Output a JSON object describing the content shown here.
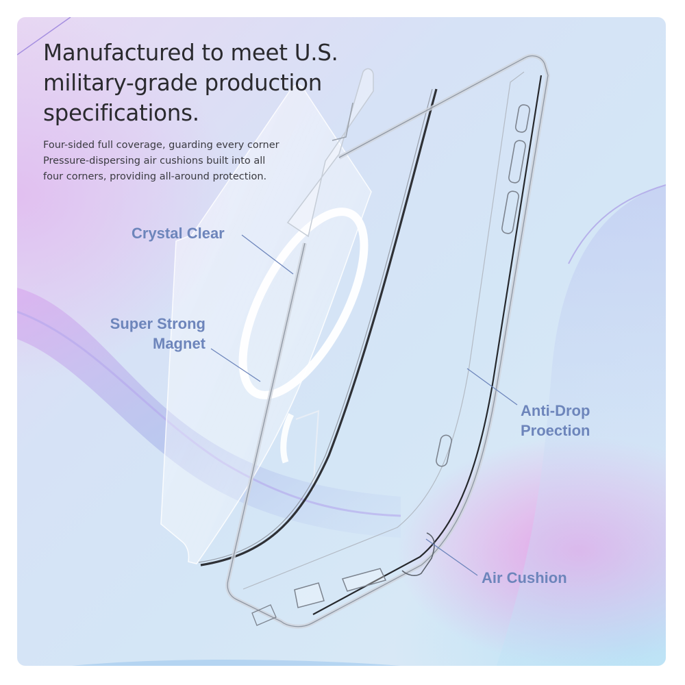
{
  "headline": {
    "lines": [
      "Manufactured to meet U.S.",
      "military-grade production",
      "specifications."
    ]
  },
  "description": {
    "lines": [
      "Four-sided full coverage, guarding every corner",
      "Pressure-dispersing air cushions built into all",
      "four corners, providing all-around protection."
    ]
  },
  "callouts": {
    "crystal_clear": {
      "lines": [
        "Crystal Clear"
      ]
    },
    "super_strong_magnet": {
      "lines": [
        "Super Strong",
        "Magnet"
      ]
    },
    "anti_drop": {
      "lines": [
        "Anti-Drop",
        "Proection"
      ]
    },
    "air_cushion": {
      "lines": [
        "Air Cushion"
      ]
    }
  },
  "colors": {
    "headline_text": "#2a2a2e",
    "body_text": "#3a3a40",
    "callout_text": "#6d85bb",
    "leader_line": "#6d85bb",
    "page_background": "#ffffff"
  },
  "images": {
    "product": "clear-magnetic-phone-case",
    "background": "pastel-gradient-swoosh"
  }
}
